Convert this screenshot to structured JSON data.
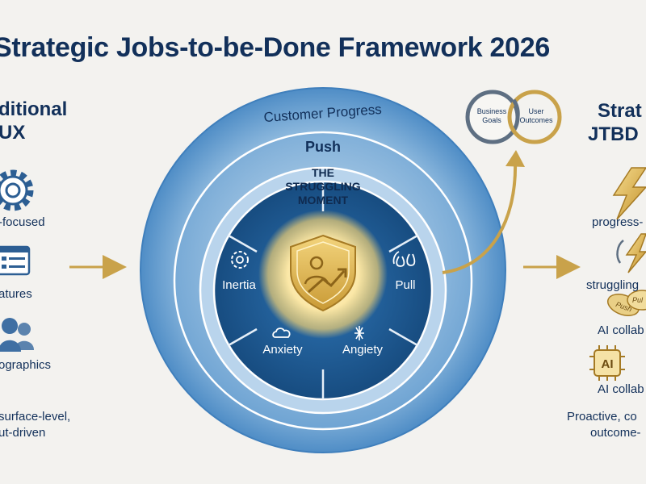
{
  "title": "Strategic Jobs-to-be-Done Framework 2026",
  "left_panel": {
    "heading_line1": "ditional",
    "heading_line2": "UX",
    "item1_label": "-focused",
    "item2_label": "atures",
    "item3_label": "ographics",
    "summary_line1": "surface-level,",
    "summary_line2": "ut-driven"
  },
  "center": {
    "outer_ring_label": "Customer Progress",
    "push_label": "Push",
    "core_line1": "THE",
    "core_line2": "STRUGGLING",
    "core_line3": "MOMENT",
    "inertia_label": "Inertia",
    "pull_label": "Pull",
    "anxiety_label": "Anxiety",
    "angiety_label": "Angiety"
  },
  "goals": {
    "business_line1": "Business",
    "business_line2": "Goals",
    "user_line1": "User",
    "user_line2": "Outcomes"
  },
  "right_panel": {
    "heading_line1": "Strat",
    "heading_line2": "JTBD",
    "item1_label": "progress-",
    "item2_label": "struggling",
    "badge1": "Push",
    "badge2": "Pul",
    "item3_label": "AI collab",
    "item4_chip": "AI",
    "item4_label": "AI collab",
    "summary_line1": "Proactive, co",
    "summary_line2": "outcome-"
  },
  "colors": {
    "navy": "#12305a",
    "outer_blue": "#4f8dc6",
    "mid_blue": "#2c69a8",
    "inner_blue": "#1d568e",
    "gold": "#c9a24a",
    "gold_light": "#fff2c4"
  }
}
